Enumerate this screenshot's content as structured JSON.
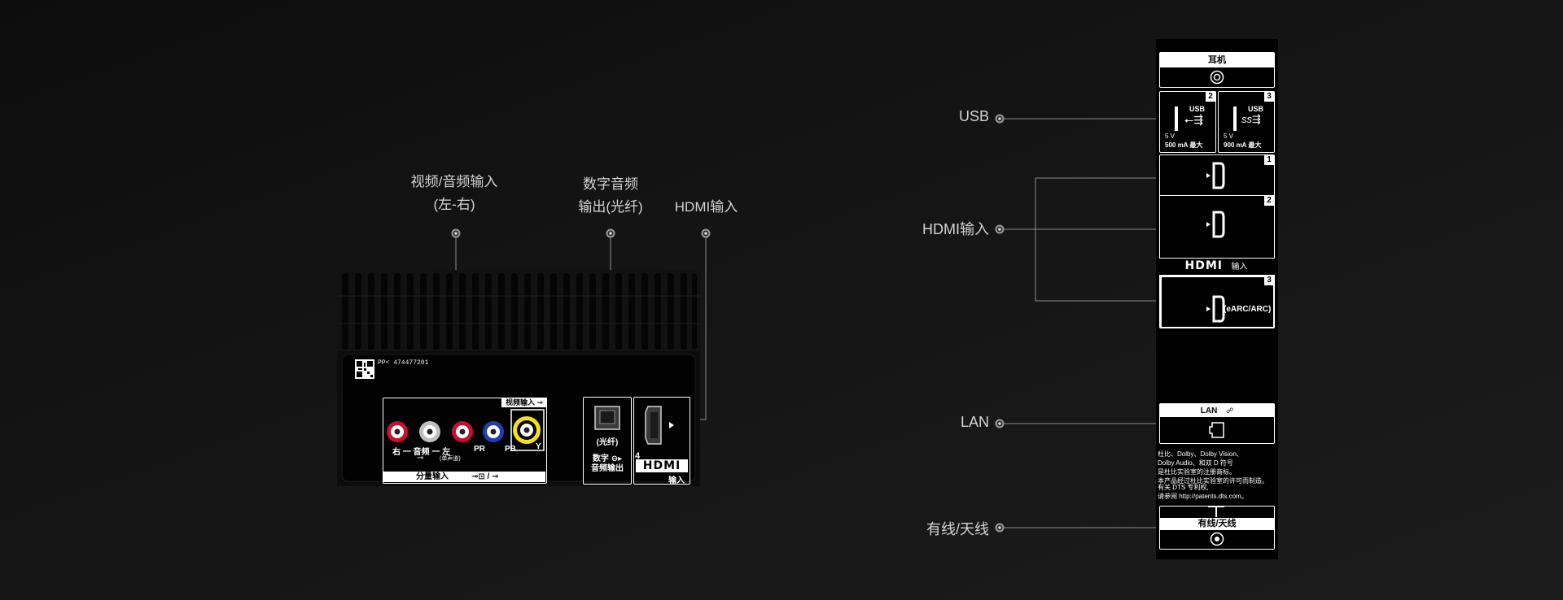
{
  "colors": {
    "background": "#141414",
    "panel": "#000000",
    "panel_border": "#ffffff",
    "leader_line": "#8c8c8c",
    "rca_red": "#c8102e",
    "rca_white": "#bfbfbf",
    "rca_blue": "#1f3fae",
    "rca_yellow": "#f5e11a"
  },
  "left_diagram": {
    "callouts": {
      "av_input_line1": "视频/音频输入",
      "av_input_line2": "(左-右)",
      "optical_line1": "数字音频",
      "optical_line2": "输出(光纤)",
      "hdmi_input": "HDMI输入"
    },
    "serial": "PP< 474477201",
    "video_input_label": "视频输入",
    "audio_label": "右 一 音频 一 左",
    "mono_label": "(单声道)",
    "pr_label": "PR",
    "pb_label": "PB",
    "y_label": "Y",
    "component_label": "分量输入",
    "optical_inner": "(光纤)",
    "digital_audio_out_line1": "数字",
    "digital_audio_out_line2": "音频输出",
    "hdmi_port_number": "4",
    "hdmi_logo": "HDMI",
    "hdmi_input_short": "输入"
  },
  "right_panel": {
    "callouts": {
      "usb": "USB",
      "hdmi_input": "HDMI输入",
      "lan": "LAN",
      "antenna": "有线/天线"
    },
    "headphone_label": "耳机",
    "usb_ports": [
      {
        "number": "2",
        "label": "USB",
        "rating_line1": "5 V",
        "rating_line2": "500 mA 最大"
      },
      {
        "number": "3",
        "label": "USB",
        "rating_line1": "5 V",
        "rating_line2": "900 mA 最大"
      }
    ],
    "hdmi_ports": [
      {
        "number": "1",
        "note": ""
      },
      {
        "number": "2",
        "note": ""
      },
      {
        "number": "3",
        "note": "(eARC/ARC)"
      }
    ],
    "hdmi_logo": "HDMI",
    "hdmi_input_short": "输入",
    "lan_label": "LAN",
    "dolby_lines": [
      "杜比、Dolby、Dolby Vision、",
      "Dolby Audio、和双 D 符号",
      "是杜比实验室的注册商标。",
      "本产品经过杜比实验室的许可而制造。"
    ],
    "dts_lines": [
      "有关 DTS 专利权,",
      "请参阅 http://patents.dts.com。"
    ],
    "antenna_label": "有线/天线"
  }
}
